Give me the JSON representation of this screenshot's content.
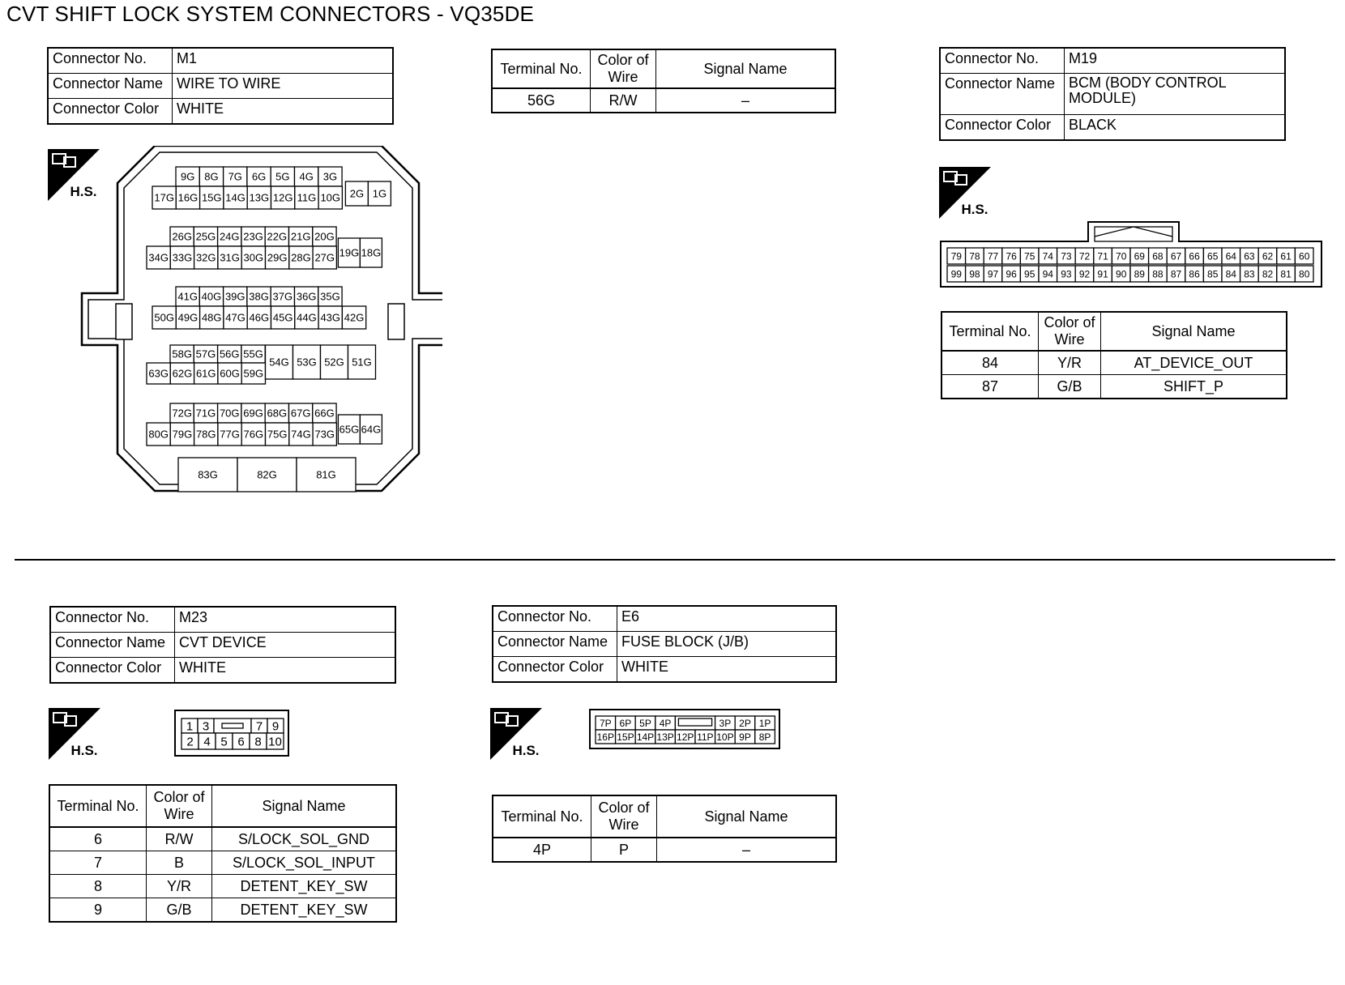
{
  "title": "CVT SHIFT LOCK SYSTEM CONNECTORS - VQ35DE",
  "labels": {
    "connector_no": "Connector No.",
    "connector_name": "Connector Name",
    "connector_color": "Connector Color",
    "terminal_no": "Terminal No.",
    "color_of_wire": "Color of Wire",
    "signal_name": "Signal Name",
    "hs_badge": "H.S."
  },
  "connectors": {
    "m1": {
      "no": "M1",
      "name": "WIRE TO WIRE",
      "color": "WHITE",
      "terminals": [
        {
          "terminal": "56G",
          "wire": "R/W",
          "signal": "–"
        }
      ],
      "pinout": {
        "b1_top": [
          "9G",
          "8G",
          "7G",
          "6G",
          "5G",
          "4G",
          "3G"
        ],
        "b1_bot": [
          "17G",
          "16G",
          "15G",
          "14G",
          "13G",
          "12G",
          "11G",
          "10G",
          "2G",
          "1G"
        ],
        "b2_top": [
          "26G",
          "25G",
          "24G",
          "23G",
          "22G",
          "21G",
          "20G"
        ],
        "b2_bot": [
          "34G",
          "33G",
          "32G",
          "31G",
          "30G",
          "29G",
          "28G",
          "27G",
          "19G",
          "18G"
        ],
        "b3_top": [
          "41G",
          "40G",
          "39G",
          "38G",
          "37G",
          "36G",
          "35G"
        ],
        "b3_bot": [
          "50G",
          "49G",
          "48G",
          "47G",
          "46G",
          "45G",
          "44G",
          "43G",
          "42G"
        ],
        "b4_top": [
          "58G",
          "57G",
          "56G",
          "55G"
        ],
        "b4_bot": [
          "63G",
          "62G",
          "61G",
          "60G",
          "59G"
        ],
        "b4_right": [
          "54G",
          "53G",
          "52G",
          "51G"
        ],
        "b5_top": [
          "72G",
          "71G",
          "70G",
          "69G",
          "68G",
          "67G",
          "66G"
        ],
        "b5_bot": [
          "80G",
          "79G",
          "78G",
          "77G",
          "76G",
          "75G",
          "74G",
          "73G",
          "65G",
          "64G"
        ],
        "b6": [
          "83G",
          "82G",
          "81G"
        ]
      }
    },
    "m19": {
      "no": "M19",
      "name": "BCM (BODY CONTROL MODULE)",
      "color": "BLACK",
      "terminals": [
        {
          "terminal": "84",
          "wire": "Y/R",
          "signal": "AT_DEVICE_OUT"
        },
        {
          "terminal": "87",
          "wire": "G/B",
          "signal": "SHIFT_P"
        }
      ],
      "pinout": {
        "top": [
          "79",
          "78",
          "77",
          "76",
          "75",
          "74",
          "73",
          "72",
          "71",
          "70",
          "69",
          "68",
          "67",
          "66",
          "65",
          "64",
          "63",
          "62",
          "61",
          "60"
        ],
        "bottom": [
          "99",
          "98",
          "97",
          "96",
          "95",
          "94",
          "93",
          "92",
          "91",
          "90",
          "89",
          "88",
          "87",
          "86",
          "85",
          "84",
          "83",
          "82",
          "81",
          "80"
        ]
      }
    },
    "m23": {
      "no": "M23",
      "name": "CVT DEVICE",
      "color": "WHITE",
      "terminals": [
        {
          "terminal": "6",
          "wire": "R/W",
          "signal": "S/LOCK_SOL_GND"
        },
        {
          "terminal": "7",
          "wire": "B",
          "signal": "S/LOCK_SOL_INPUT"
        },
        {
          "terminal": "8",
          "wire": "Y/R",
          "signal": "DETENT_KEY_SW"
        },
        {
          "terminal": "9",
          "wire": "G/B",
          "signal": "DETENT_KEY_SW"
        }
      ],
      "pinout": {
        "top_left": [
          "1",
          "3"
        ],
        "top_right": [
          "7",
          "9"
        ],
        "bottom": [
          "2",
          "4",
          "5",
          "6",
          "8",
          "10"
        ]
      }
    },
    "e6": {
      "no": "E6",
      "name": "FUSE BLOCK (J/B)",
      "color": "WHITE",
      "terminals": [
        {
          "terminal": "4P",
          "wire": "P",
          "signal": "–"
        }
      ],
      "pinout": {
        "top_left": [
          "7P",
          "6P",
          "5P",
          "4P"
        ],
        "top_right": [
          "3P",
          "2P",
          "1P"
        ],
        "bottom": [
          "16P",
          "15P",
          "14P",
          "13P",
          "12P",
          "11P",
          "10P",
          "9P",
          "8P"
        ]
      }
    }
  }
}
